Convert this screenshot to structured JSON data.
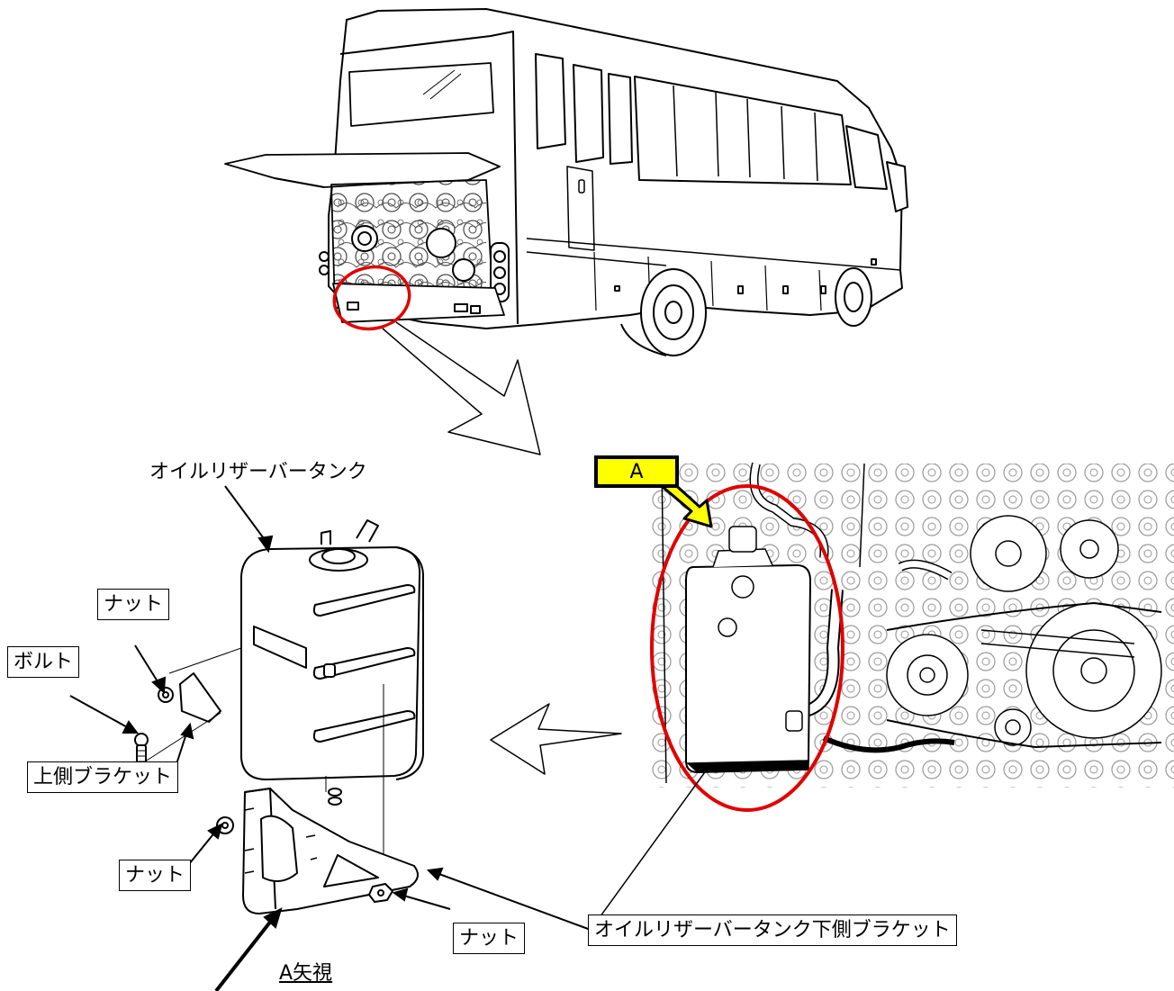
{
  "labels": {
    "tank": "オイルリザーバータンク",
    "nut_top": "ナット",
    "bolt": "ボルト",
    "upper_bracket": "上側ブラケット",
    "nut_left": "ナット",
    "nut_bottom": "ナット",
    "lower_bracket": "オイルリザーバータンク下側ブラケット",
    "view_a": "A矢視",
    "callout_a": "A"
  },
  "colors": {
    "highlight_circle": "#e00000",
    "callout_fill": "#ffff00",
    "line": "#000000"
  }
}
